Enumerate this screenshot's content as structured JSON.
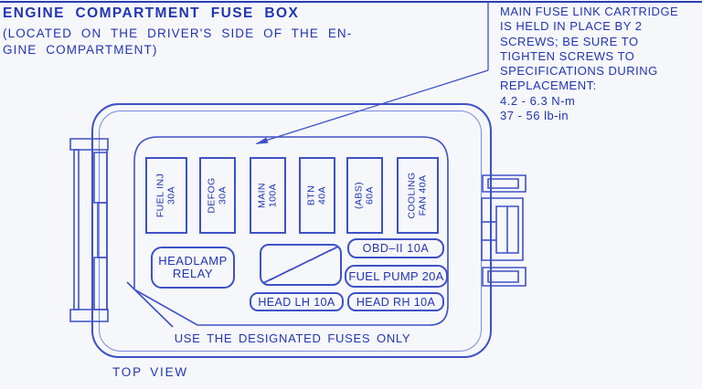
{
  "colors": {
    "line": "#3e51c6",
    "line_soft": "#7b8bdd",
    "text": "#2235b2",
    "background": "#f6f7fb"
  },
  "header": {
    "title": "ENGINE COMPARTMENT FUSE BOX",
    "subtitle_line1": "(LOCATED ON THE DRIVER'S SIDE OF THE EN-",
    "subtitle_line2": "GINE COMPARTMENT)"
  },
  "note": {
    "lines": [
      "MAIN FUSE LINK CARTRIDGE",
      "IS HELD IN PLACE BY 2",
      "SCREWS; BE SURE TO",
      "TIGHTEN SCREWS TO",
      "SPECIFICATIONS DURING",
      "REPLACEMENT:",
      "4.2 - 6.3 N-m",
      "37 - 56 lb-in"
    ]
  },
  "fusebox": {
    "vertical_fuses": [
      {
        "name": "FUEL INJ",
        "rating": "30A"
      },
      {
        "name": "DEFOG",
        "rating": "30A"
      },
      {
        "name": "MAIN",
        "rating": "100A"
      },
      {
        "name": "BTN",
        "rating": "40A"
      },
      {
        "name": "(ABS)",
        "rating": "60A"
      },
      {
        "name": "COOLING",
        "rating": "FAN 40A"
      }
    ],
    "relay": {
      "line1": "HEADLAMP",
      "line2": "RELAY"
    },
    "small_fuses": {
      "obd": "OBD–II 10A",
      "fuel_pump": "FUEL PUMP 20A",
      "head_lh": "HEAD LH 10A",
      "head_rh": "HEAD RH 10A"
    },
    "warning": "USE THE DESIGNATED FUSES ONLY",
    "view_label": "TOP VIEW"
  }
}
